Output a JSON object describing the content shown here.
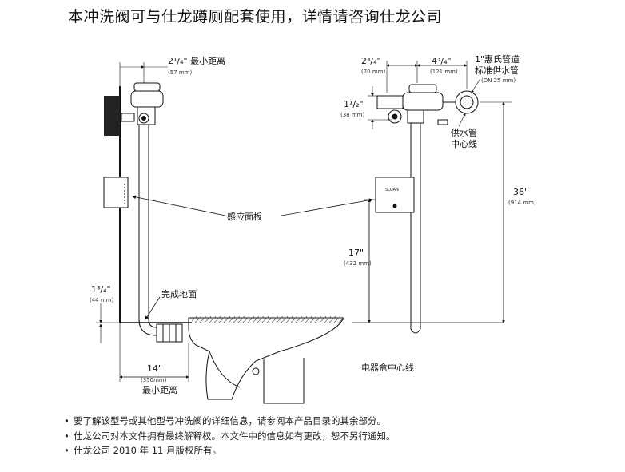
{
  "title": "本冲洗阀可与仕龙蹲厕配套使用，详情请咨询仕龙公司",
  "left_view": {
    "dim_top_main": "2¹/₄\" 最小距离",
    "dim_top_sub": "(57 mm)",
    "dim_left_main": "1³/₄\"",
    "dim_left_sub": "(44 mm)",
    "floor_label": "完成地面",
    "dim_bottom_main": "14\"",
    "dim_bottom_sub": "(350mm)",
    "dim_bottom_note": "最小距离"
  },
  "shared": {
    "sensor_label": "感应面板"
  },
  "right_view": {
    "dim_a_main": "2³/₄\"",
    "dim_a_sub": "(70 mm)",
    "dim_b_main": "4³/₄\"",
    "dim_b_sub": "(121 mm)",
    "pipe_std_line1": "1\"惠氏管道",
    "pipe_std_line2": "标准供水管",
    "pipe_std_sub": "(DN 25 mm)",
    "dim_c_main": "1¹/₂\"",
    "dim_c_sub": "(38 mm)",
    "supply_line1": "供水管",
    "supply_line2": "中心线",
    "dim_d_main": "36\"",
    "dim_d_sub": "(914 mm)",
    "dim_e_main": "17\"",
    "dim_e_sub": "(432 mm)",
    "box_label": "电器盒中心线",
    "sensor_brand": "SLOAN"
  },
  "notes": [
    "要了解该型号或其他型号冲洗阀的详细信息，请参阅本产品目录的其余部分。",
    "仕龙公司对本文件拥有最终解释权。本文件中的信息如有更改，恕不另行通知。",
    "仕龙公司 2010 年 11 月版权所有。"
  ],
  "bullet": "•"
}
